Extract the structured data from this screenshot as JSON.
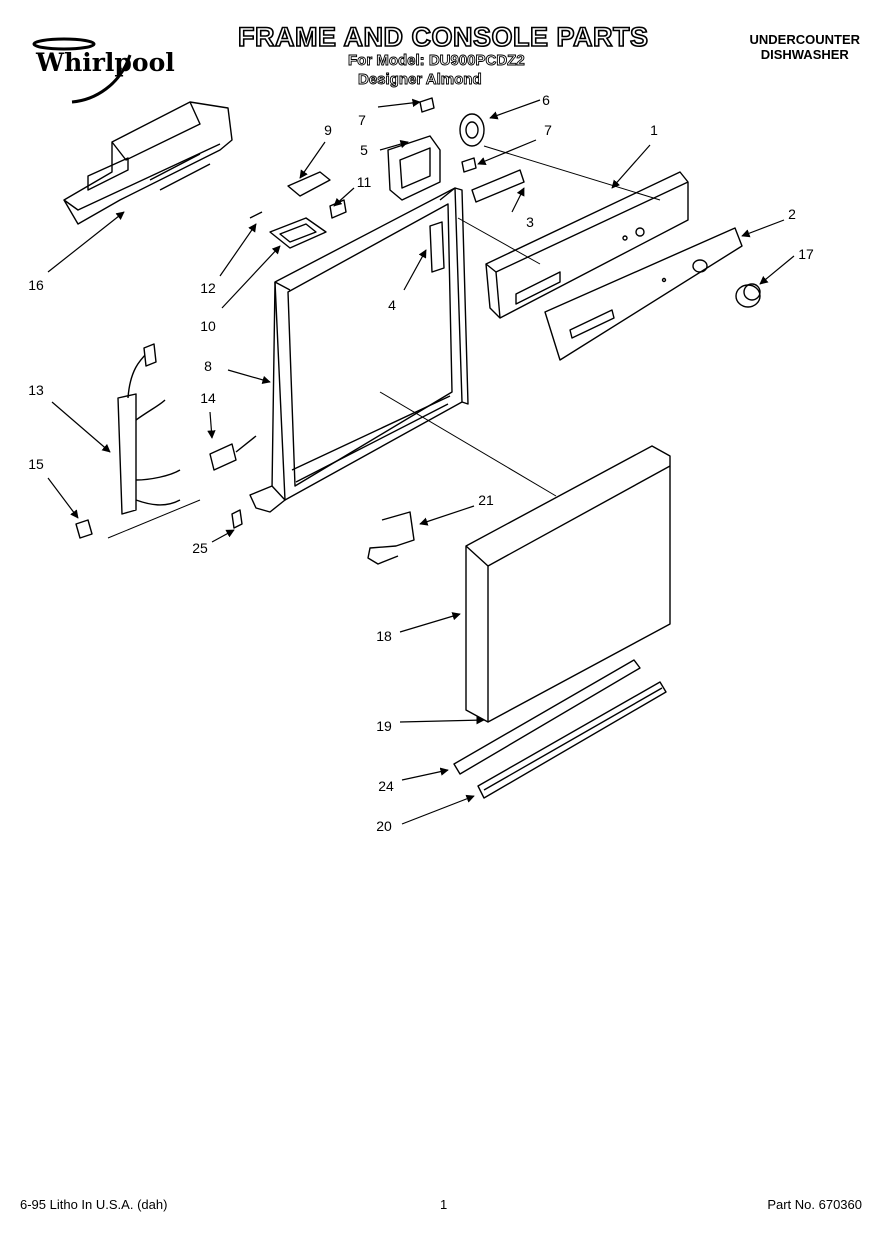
{
  "header": {
    "title": "FRAME AND CONSOLE PARTS",
    "model_line": "For Model: DU900PCDZ2",
    "color_line": "Designer Almond",
    "category_line1": "UNDERCOUNTER",
    "category_line2": "DISHWASHER"
  },
  "brand": {
    "logo_text": "Whirlpool"
  },
  "footer": {
    "print_info": "6-95 Litho In U.S.A. (dah)",
    "page_number": "1",
    "part_number": "Part No. 670360"
  },
  "callouts": {
    "c1": "1",
    "c2": "2",
    "c3": "3",
    "c4": "4",
    "c5": "5",
    "c6": "6",
    "c7a": "7",
    "c7b": "7",
    "c8": "8",
    "c9": "9",
    "c10": "10",
    "c11": "11",
    "c12": "12",
    "c13": "13",
    "c14": "14",
    "c15": "15",
    "c16": "16",
    "c17": "17",
    "c18": "18",
    "c19": "19",
    "c20": "20",
    "c21": "21",
    "c24": "24",
    "c25": "25"
  }
}
